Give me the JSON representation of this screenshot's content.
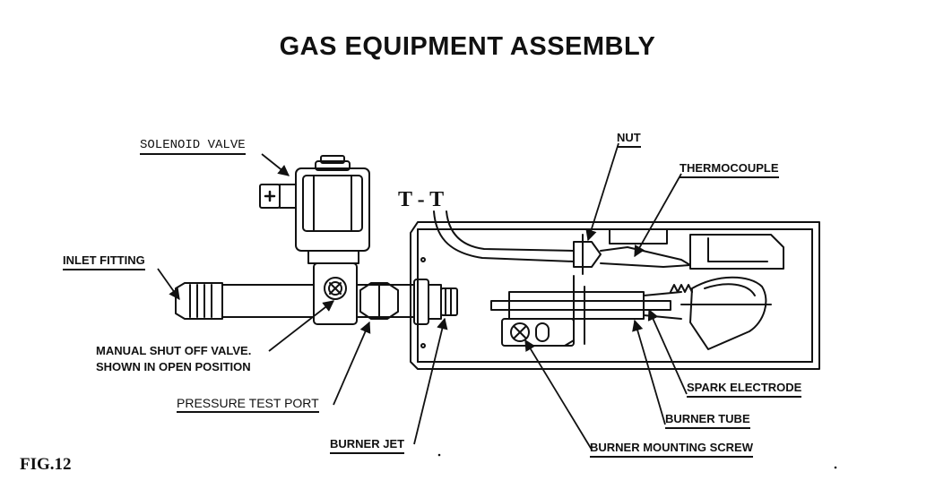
{
  "title": "GAS EQUIPMENT ASSEMBLY",
  "figure_label": "FIG.12",
  "tt_marker": "T - T",
  "labels": {
    "solenoid_valve": "SOLENOID VALVE",
    "inlet_fitting": "INLET FITTING",
    "manual_shutoff_line1": "MANUAL SHUT OFF VALVE.",
    "manual_shutoff_line2": "SHOWN IN OPEN POSITION",
    "pressure_test_port": "PRESSURE TEST PORT",
    "burner_jet": "BURNER JET",
    "nut": "NUT",
    "thermocouple": "THERMOCOUPLE",
    "spark_electrode": "SPARK ELECTRODE",
    "burner_tube": "BURNER TUBE",
    "burner_mounting_screw": "BURNER MOUNTING SCREW"
  }
}
